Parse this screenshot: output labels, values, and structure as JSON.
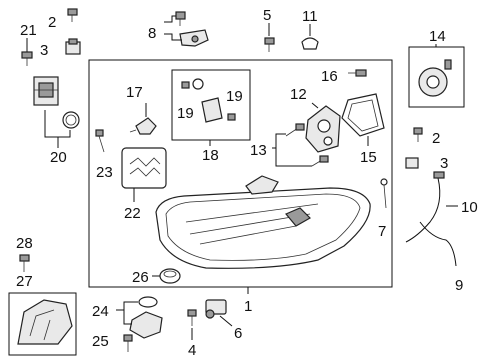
{
  "diagram": {
    "callouts": [
      {
        "id": "c1",
        "text": "1"
      },
      {
        "id": "c2a",
        "text": "2"
      },
      {
        "id": "c2b",
        "text": "2"
      },
      {
        "id": "c3a",
        "text": "3"
      },
      {
        "id": "c3b",
        "text": "3"
      },
      {
        "id": "c4",
        "text": "4"
      },
      {
        "id": "c5",
        "text": "5"
      },
      {
        "id": "c6",
        "text": "6"
      },
      {
        "id": "c7",
        "text": "7"
      },
      {
        "id": "c8",
        "text": "8"
      },
      {
        "id": "c9",
        "text": "9"
      },
      {
        "id": "c10",
        "text": "10"
      },
      {
        "id": "c11",
        "text": "11"
      },
      {
        "id": "c12",
        "text": "12"
      },
      {
        "id": "c13",
        "text": "13"
      },
      {
        "id": "c14",
        "text": "14"
      },
      {
        "id": "c15",
        "text": "15"
      },
      {
        "id": "c16",
        "text": "16"
      },
      {
        "id": "c17",
        "text": "17"
      },
      {
        "id": "c18",
        "text": "18"
      },
      {
        "id": "c19a",
        "text": "19"
      },
      {
        "id": "c19b",
        "text": "19"
      },
      {
        "id": "c20",
        "text": "20"
      },
      {
        "id": "c21",
        "text": "21"
      },
      {
        "id": "c22",
        "text": "22"
      },
      {
        "id": "c23",
        "text": "23"
      },
      {
        "id": "c24",
        "text": "24"
      },
      {
        "id": "c25",
        "text": "25"
      },
      {
        "id": "c26",
        "text": "26"
      },
      {
        "id": "c27",
        "text": "27"
      },
      {
        "id": "c28",
        "text": "28"
      }
    ]
  }
}
